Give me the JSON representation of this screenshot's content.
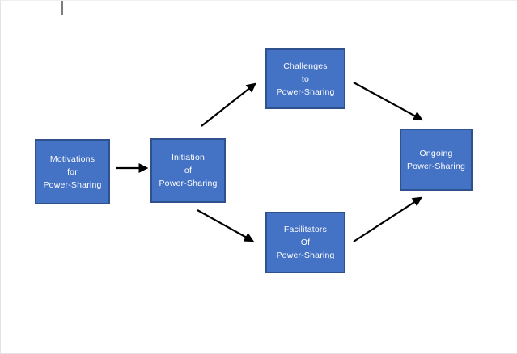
{
  "window": {
    "background": "#ffffff",
    "cursor_visible": true
  },
  "diagram": {
    "colors": {
      "box_fill": "#4472c4",
      "box_border": "#2f528f",
      "box_text": "#ffffff",
      "arrow": "#000000"
    },
    "nodes": [
      {
        "id": "motivations",
        "lines": [
          "Motivations",
          "for",
          "Power-Sharing"
        ]
      },
      {
        "id": "initiation",
        "lines": [
          "Initiation",
          "of",
          "Power-Sharing"
        ]
      },
      {
        "id": "challenges",
        "lines": [
          "Challenges",
          "to",
          "Power-Sharing"
        ]
      },
      {
        "id": "facilitators",
        "lines": [
          "Facilitators",
          "Of",
          "Power-Sharing"
        ]
      },
      {
        "id": "ongoing",
        "lines": [
          "Ongoing",
          "Power-Sharing"
        ]
      }
    ],
    "connections": [
      {
        "from": "motivations",
        "to": "initiation"
      },
      {
        "from": "initiation",
        "to": "challenges"
      },
      {
        "from": "initiation",
        "to": "facilitators"
      },
      {
        "from": "challenges",
        "to": "ongoing"
      },
      {
        "from": "facilitators",
        "to": "ongoing"
      }
    ]
  }
}
